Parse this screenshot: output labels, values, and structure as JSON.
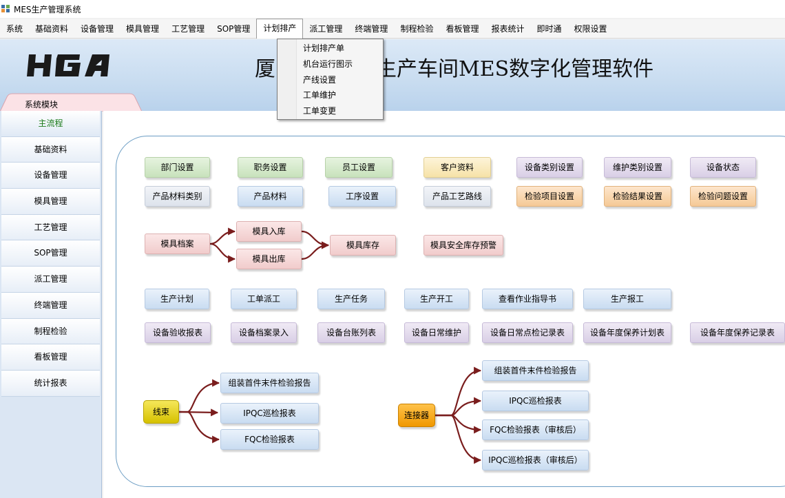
{
  "window": {
    "title": "MES生产管理系统"
  },
  "menubar": {
    "items": [
      "系统",
      "基础资料",
      "设备管理",
      "模具管理",
      "工艺管理",
      "SOP管理",
      "计划排产",
      "派工管理",
      "终端管理",
      "制程检验",
      "看板管理",
      "报表统计",
      "即时通",
      "权限设置"
    ],
    "open_index": 6
  },
  "dropdown": {
    "items": [
      "计划排产单",
      "机台运行图示",
      "产线设置",
      "工单维护",
      "工单变更"
    ]
  },
  "banner": {
    "title_visible": "厦",
    "title_rest": "生产车间MES数字化管理软件",
    "logo_text": "HGA"
  },
  "module_tab": {
    "label": "系统模块"
  },
  "sidebar": {
    "active": "主流程",
    "items": [
      "主流程",
      "基础资料",
      "设备管理",
      "模具管理",
      "工艺管理",
      "SOP管理",
      "派工管理",
      "终端管理",
      "制程检验",
      "看板管理",
      "统计报表"
    ]
  },
  "flow": {
    "row1": [
      "部门设置",
      "职务设置",
      "员工设置",
      "客户资料",
      "设备类别设置",
      "维护类别设置",
      "设备状态"
    ],
    "row2": [
      "产品材料类别",
      "产品材料",
      "工序设置",
      "产品工艺路线",
      "检验项目设置",
      "检验结果设置",
      "检验问题设置"
    ],
    "mold": {
      "archive": "模具档案",
      "in": "模具入库",
      "out": "模具出库",
      "stock": "模具库存",
      "warning": "模具安全库存预警"
    },
    "row4": [
      "生产计划",
      "工单派工",
      "生产任务",
      "生产开工",
      "查看作业指导书",
      "生产报工"
    ],
    "row5": [
      "设备验收报表",
      "设备档案录入",
      "设备台账列表",
      "设备日常维护",
      "设备日常点检记录表",
      "设备年度保养计划表",
      "设备年度保养记录表"
    ],
    "wire": {
      "root": "线束",
      "children": [
        "组装首件末件检验报告",
        "IPQC巡检报表",
        "FQC检验报表"
      ]
    },
    "connector": {
      "root": "连接器",
      "children": [
        "组装首件末件检验报告",
        "IPQC巡检报表",
        "FQC检验报表（审核后）",
        "IPQC巡检报表（审核后）"
      ]
    }
  },
  "colors": {
    "arrow": "#7a1d1d",
    "frame": "#6a9cc3",
    "sidebar_active": "#1a7a1a"
  }
}
